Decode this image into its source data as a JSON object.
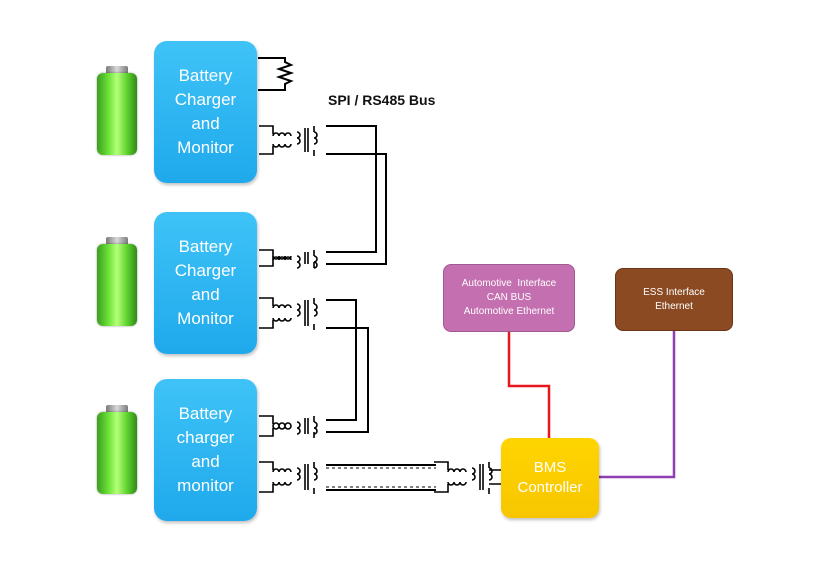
{
  "bus_label": "SPI / RS485 Bus",
  "chargers": [
    {
      "lines": [
        "Battery",
        "Charger",
        "and",
        "Monitor"
      ]
    },
    {
      "lines": [
        "Battery",
        "Charger",
        "and",
        "Monitor"
      ]
    },
    {
      "lines": [
        "Battery",
        "charger",
        "and",
        "monitor"
      ]
    }
  ],
  "bms": {
    "lines": [
      "BMS",
      "Controller"
    ]
  },
  "automotive": {
    "lines": [
      "Automotive  Interface",
      "CAN BUS",
      "Automotive Ethernet"
    ]
  },
  "ess": {
    "lines": [
      "ESS Interface",
      "Ethernet"
    ]
  },
  "colors": {
    "charger": "#29b6f0",
    "bms": "#fcd000",
    "automotive": "#c46fb0",
    "ess": "#8b4a22",
    "red_wire": "#e8161d",
    "purple_wire": "#8e3fb2",
    "battery": "#5fd32d"
  }
}
